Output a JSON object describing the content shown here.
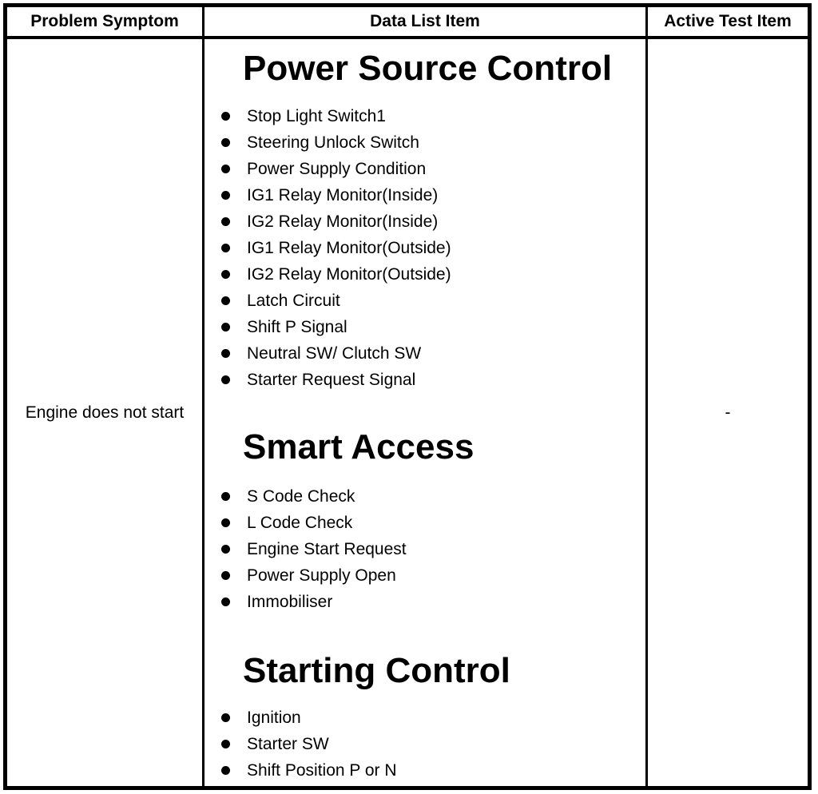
{
  "table": {
    "headers": [
      "Problem Symptom",
      "Data List Item",
      "Active Test Item"
    ],
    "row": {
      "problem_symptom": "Engine does not start",
      "active_test_item": "-",
      "data_list": {
        "sections": [
          {
            "heading": "Power Source Control",
            "items": [
              "Stop Light Switch1",
              "Steering Unlock Switch",
              "Power Supply Condition",
              "IG1 Relay Monitor(Inside)",
              "IG2 Relay Monitor(Inside)",
              "IG1 Relay Monitor(Outside)",
              "IG2 Relay Monitor(Outside)",
              "Latch Circuit",
              "Shift P Signal",
              "Neutral SW/ Clutch SW",
              "Starter Request Signal"
            ]
          },
          {
            "heading": "Smart Access",
            "items": [
              "S Code Check",
              "L Code Check",
              "Engine Start Request",
              "Power Supply Open",
              "Immobiliser"
            ]
          },
          {
            "heading": "Starting Control",
            "items": [
              "Ignition",
              "Starter SW",
              "Shift Position P or N"
            ]
          }
        ]
      }
    },
    "colors": {
      "border": "#000000",
      "background": "#ffffff",
      "text": "#000000"
    }
  }
}
